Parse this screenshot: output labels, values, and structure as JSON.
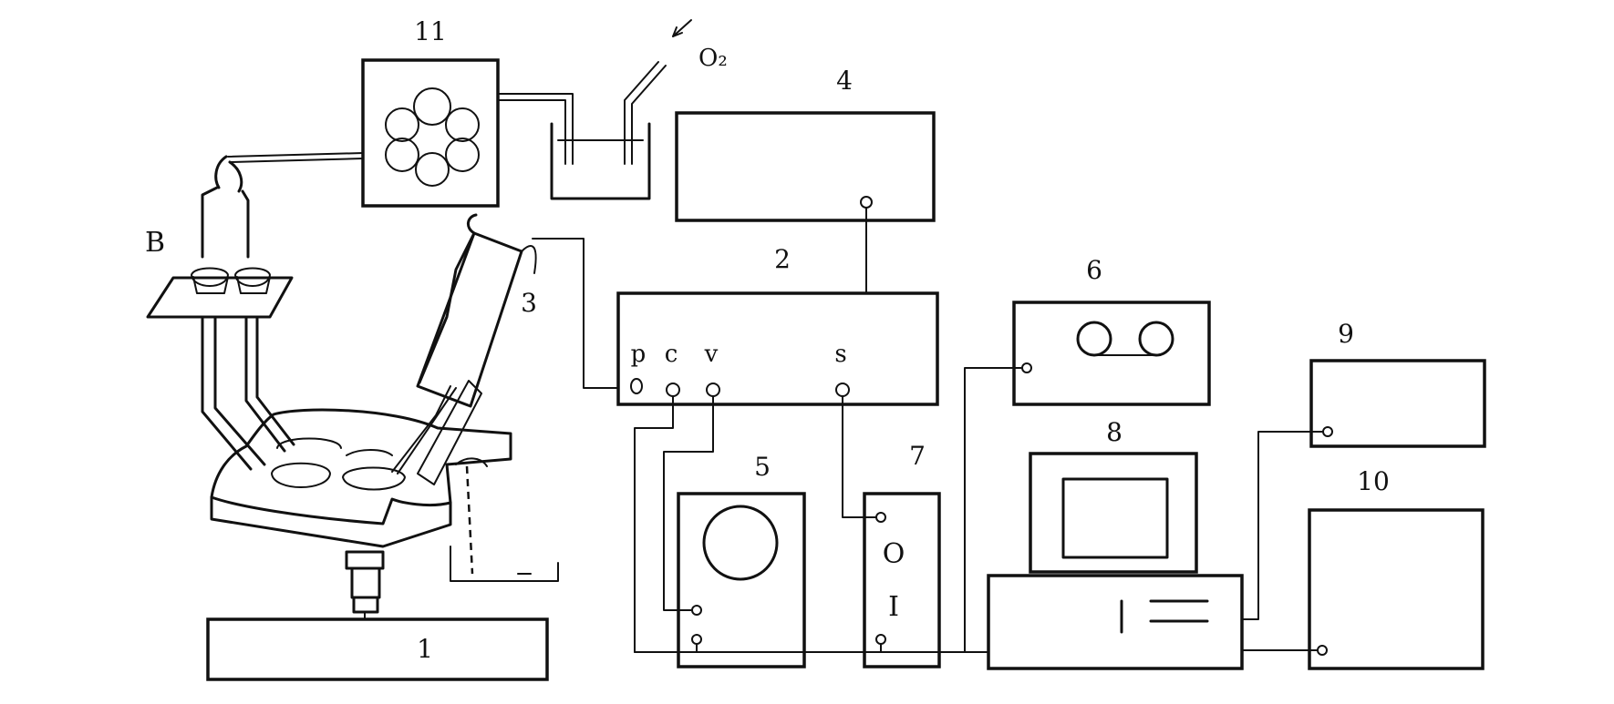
{
  "labels": {
    "unit1": "1",
    "unit2": "2",
    "unit3": "3",
    "unit4": "4",
    "unit5": "5",
    "unit6": "6",
    "unit7": "7",
    "unit8": "8",
    "unit9": "9",
    "unit10": "10",
    "unit11": "11",
    "bath": "B",
    "oxygen": "O₂"
  },
  "unit2_ports": {
    "p": "p",
    "c": "c",
    "v": "v",
    "s": "s"
  },
  "unit7_panel": {
    "off": "O",
    "on": "I"
  }
}
